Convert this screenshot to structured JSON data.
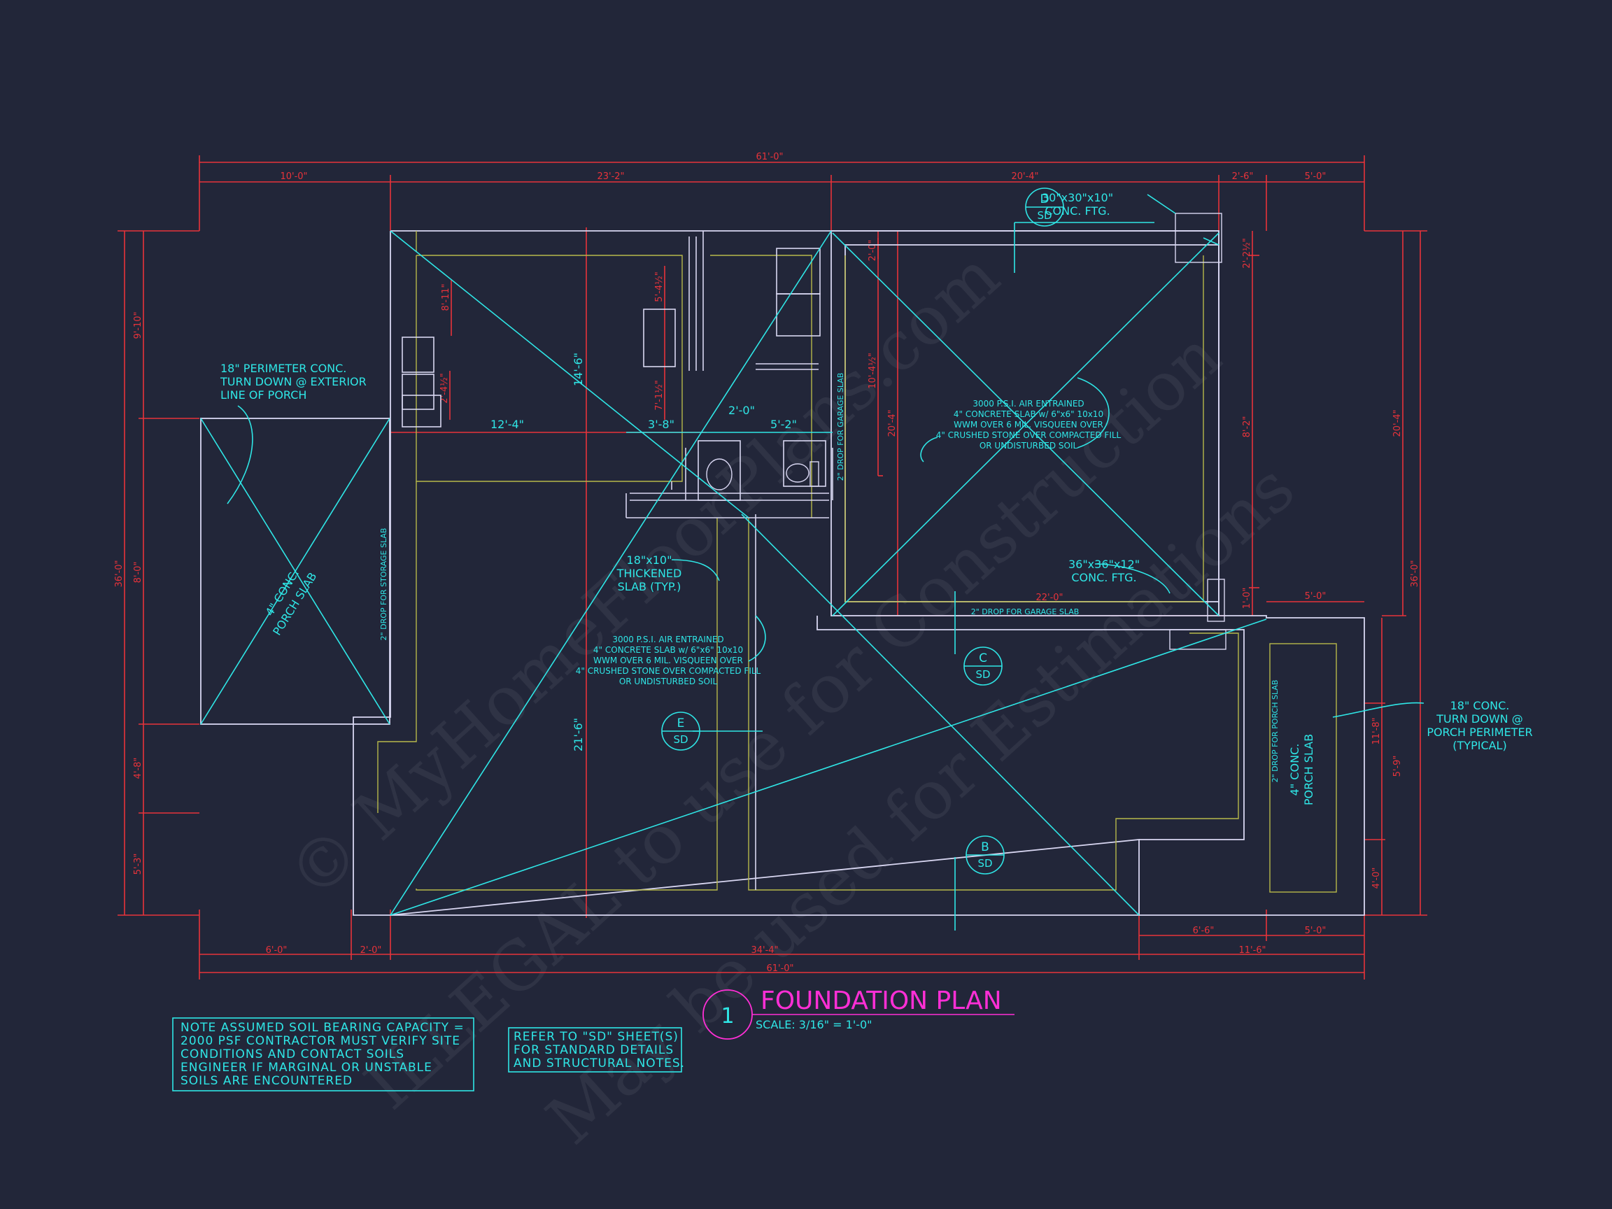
{
  "colors": {
    "background": "#222639",
    "dimension": "#e8333a",
    "annotation": "#2fe6e6",
    "wall": "#d9d7f2",
    "inner_line": "#b7b84a",
    "title": "#ff2fd6"
  },
  "title": {
    "number": "1",
    "text": "FOUNDATION PLAN",
    "scale": "SCALE: 3/16\" = 1'-0\""
  },
  "notes": {
    "soil": [
      "NOTE ASSUMED SOIL BEARING CAPACITY =",
      "2000 PSF CONTRACTOR MUST VERIFY SITE",
      "CONDITIONS AND CONTACT SOILS",
      "ENGINEER IF MARGINAL OR UNSTABLE",
      "SOILS ARE ENCOUNTERED"
    ],
    "refer": [
      "REFER TO \"SD\" SHEET(S)",
      "FOR STANDARD DETAILS",
      "AND STRUCTURAL NOTES."
    ]
  },
  "dimensions": {
    "top_overall": "61'-0\"",
    "top_10": "10'-0\"",
    "top_23": "23'-2\"",
    "top_20": "20'-4\"",
    "top_2_6": "2'-6\"",
    "top_5": "5'-0\"",
    "bottom_overall": "61'-0\"",
    "bottom_6": "6'-0\"",
    "bottom_2": "2'-0\"",
    "bottom_34": "34'-4\"",
    "bottom_11_6": "11'-6\"",
    "bottom_6_6": "6'-6\"",
    "bottom_5": "5'-0\"",
    "left_overall": "36'-0\"",
    "left_9_10": "9'-10\"",
    "left_8_0": "8'-0\"",
    "left_4_8": "4'-8\"",
    "left_5_3": "5'-3\"",
    "right_overall": "36'-0\"",
    "right_20_4": "20'-4\"",
    "right_2_2": "2'-2½\"",
    "right_8_2": "8'-2\"",
    "right_1": "1'-0\"",
    "right_11_8": "11'-8\"",
    "right_5_9": "5'-9\"",
    "right_4_0": "4'-0\"",
    "inner_12_4": "12'-4\"",
    "inner_3_8": "3'-8\"",
    "inner_2_0": "2'-0\"",
    "inner_5_2": "5'-2\"",
    "inner_14_6": "14'-6\"",
    "inner_21_6": "21'-6\"",
    "inner_22_0": "22'-0\"",
    "inner_5_0": "5'-0\"",
    "garage_20_4": "20'-4\"",
    "garage_10_4": "10'-4½\"",
    "garage_2_0": "2'-0\"",
    "small_8": "8'-11\"",
    "small_5_4": "5'-4½\"",
    "small_7_1": "7'-1½\"",
    "small_2_4": "2'-4½\""
  },
  "annotations": {
    "perimeter_left": [
      "18\" PERIMETER CONC.",
      "TURN DOWN @ EXTERIOR",
      "LINE OF PORCH"
    ],
    "porch_slab_left": [
      "4\" CONC.",
      "PORCH SLAB"
    ],
    "storage_drop": "2\" DROP FOR STORAGE SLAB",
    "garage_drop_vertical": "2\" DROP FOR GARAGE SLAB",
    "garage_drop_horizontal": "2\" DROP FOR GARAGE SLAB",
    "footing_top": [
      "30\"x30\"x10\"",
      "CONC. FTG."
    ],
    "footing_mid": [
      "36\"x36\"x12\"",
      "CONC. FTG."
    ],
    "thickened": [
      "18\"x10\"",
      "THICKENED",
      "SLAB (TYP.)"
    ],
    "slab_garage": [
      "3000 P.S.I. AIR ENTRAINED",
      "4\" CONCRETE SLAB w/ 6\"x6\" 10x10",
      "WWM OVER 6 MIL. VISQUEEN OVER",
      "4\" CRUSHED STONE OVER COMPACTED FILL",
      "OR UNDISTURBED SOIL"
    ],
    "slab_main": [
      "3000 P.S.I. AIR ENTRAINED",
      "4\" CONCRETE SLAB w/ 6\"x6\" 10x10",
      "WWM OVER 6 MIL. VISQUEEN OVER",
      "4\" CRUSHED STONE OVER COMPACTED FILL",
      "OR UNDISTURBED SOIL"
    ],
    "porch_drop_right": "2\" DROP FOR PORCH SLAB",
    "porch_slab_right": [
      "4\" CONC.",
      "PORCH SLAB"
    ],
    "perimeter_right": [
      "18\" CONC.",
      "TURN DOWN @",
      "PORCH PERIMETER",
      "(TYPICAL)"
    ]
  },
  "section_markers": [
    {
      "letter": "D",
      "sheet": "SD"
    },
    {
      "letter": "C",
      "sheet": "SD"
    },
    {
      "letter": "E",
      "sheet": "SD"
    },
    {
      "letter": "B",
      "sheet": "SD"
    }
  ],
  "watermark": [
    "© MyHomeFloorPlans.com",
    "ILLEGAL to use for Construction",
    "May be used for Estimations"
  ]
}
